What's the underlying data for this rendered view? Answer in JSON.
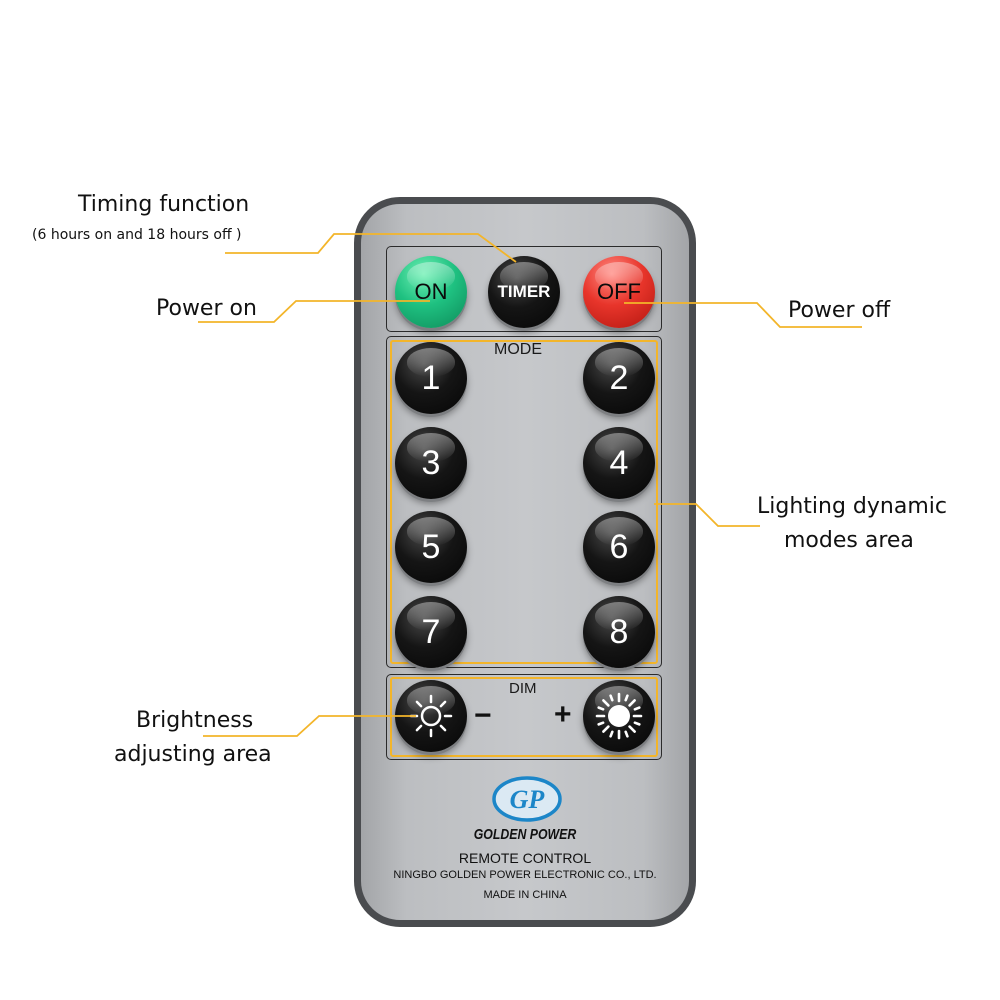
{
  "annotations": {
    "timing_title": "Timing function",
    "timing_note": "(6 hours on and 18 hours off )",
    "power_on": "Power on",
    "power_off": "Power off",
    "lighting_line1": "Lighting dynamic",
    "lighting_line2": "modes area",
    "brightness_line1": "Brightness",
    "brightness_line2": "adjusting area"
  },
  "remote": {
    "on_label": "ON",
    "timer_label": "TIMER",
    "off_label": "OFF",
    "mode_label": "MODE",
    "mode_buttons": [
      "1",
      "2",
      "3",
      "4",
      "5",
      "6",
      "7",
      "8"
    ],
    "dim_label": "DIM",
    "minus_label": "−",
    "plus_label": "+",
    "logo_text": "GP",
    "brand_name": "GOLDEN POWER",
    "product": "REMOTE CONTROL",
    "company": "NINGBO GOLDEN POWER ELECTRONIC CO., LTD.",
    "origin": "MADE IN CHINA"
  },
  "colors": {
    "leader_line": "#f3b52a",
    "on_button": "#1fc181",
    "off_button": "#e8352b",
    "body": "#c6c8cb",
    "logo_blue": "#1c86c8"
  },
  "icons": {
    "dim_minus": "sun-outline-icon",
    "dim_plus": "sun-filled-icon"
  }
}
